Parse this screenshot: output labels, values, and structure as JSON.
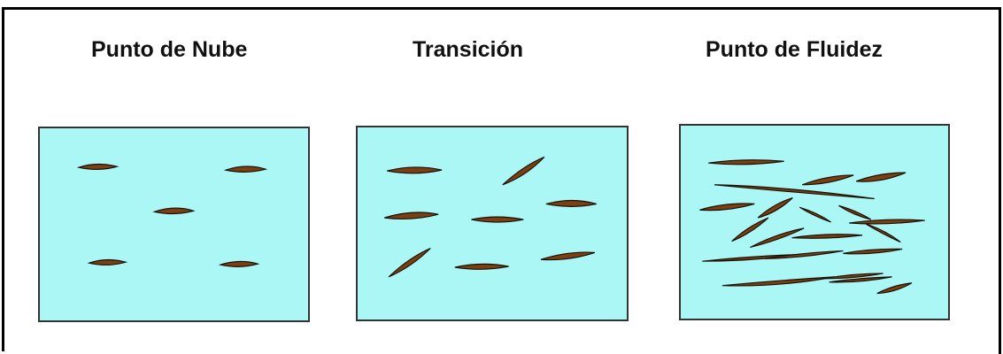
{
  "stages": [
    {
      "title": "Punto de Nube"
    },
    {
      "title": "Transición"
    },
    {
      "title": "Punto de Fluidez"
    }
  ],
  "colors": {
    "panel_fill": "#aaf7f6",
    "crystal_fill": "#7a3f12",
    "border": "#000000"
  }
}
